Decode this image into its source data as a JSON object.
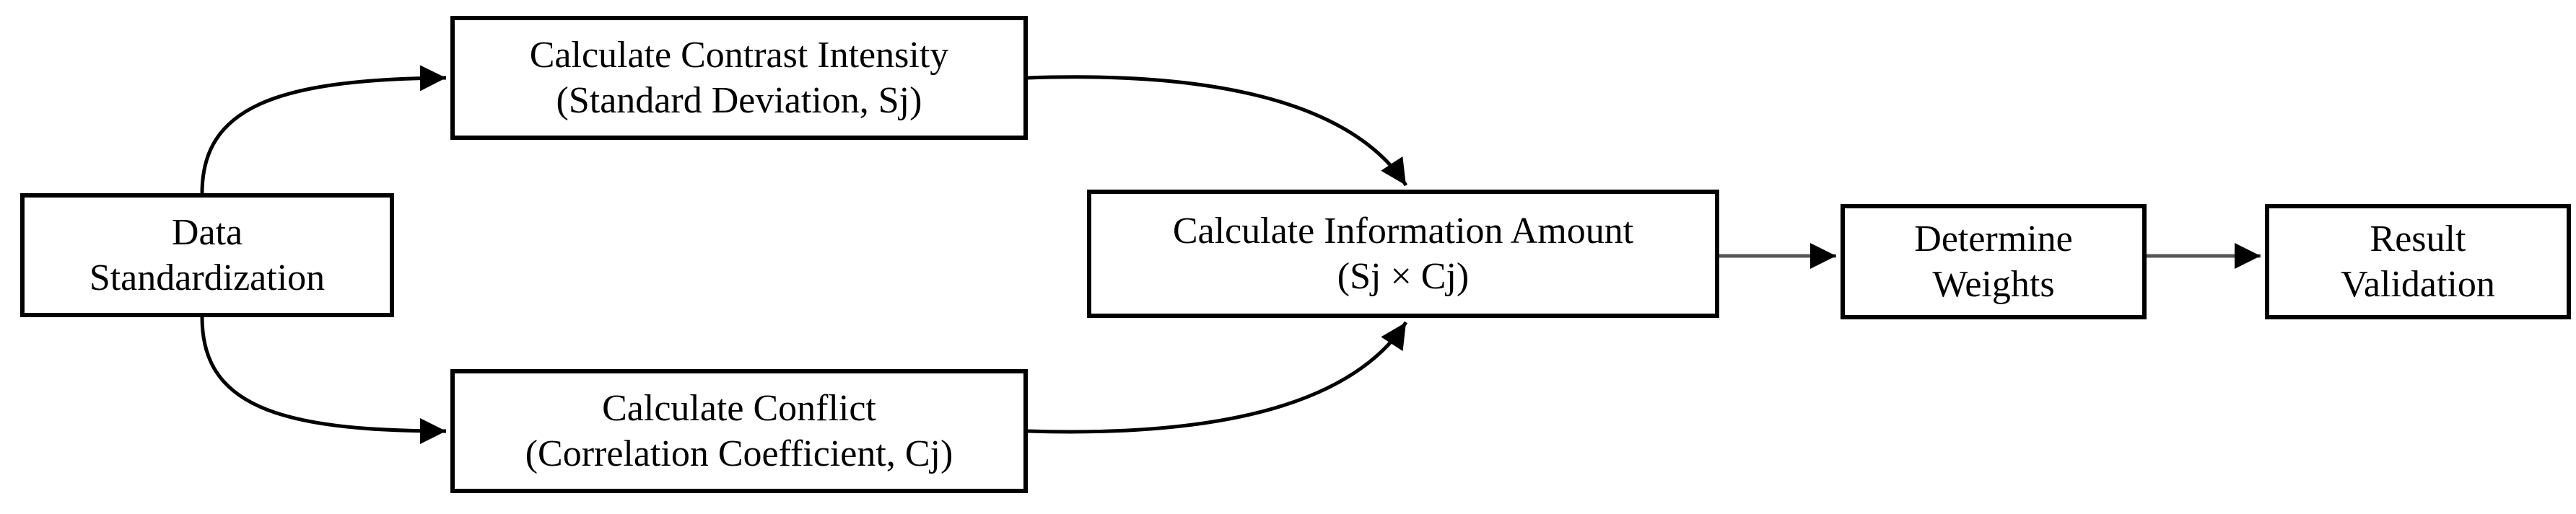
{
  "diagram": {
    "nodes": {
      "standardization": {
        "line1": "Data",
        "line2": "Standardization"
      },
      "contrast": {
        "line1": "Calculate Contrast Intensity",
        "line2": "(Standard Deviation, Sj)"
      },
      "conflict": {
        "line1": "Calculate Conflict",
        "line2": "(Correlation Coefficient, Cj)"
      },
      "information": {
        "line1": "Calculate Information Amount",
        "line2": "(Sj × Cj)"
      },
      "weights": {
        "line1": "Determine",
        "line2": "Weights"
      },
      "validation": {
        "line1": "Result",
        "line2": "Validation"
      }
    },
    "edges": [
      {
        "from": "standardization",
        "to": "contrast"
      },
      {
        "from": "standardization",
        "to": "conflict"
      },
      {
        "from": "contrast",
        "to": "information"
      },
      {
        "from": "conflict",
        "to": "information"
      },
      {
        "from": "information",
        "to": "weights"
      },
      {
        "from": "weights",
        "to": "validation"
      }
    ],
    "colors": {
      "stroke": "#000000",
      "connector_gray": "#555555",
      "background": "#ffffff"
    }
  }
}
